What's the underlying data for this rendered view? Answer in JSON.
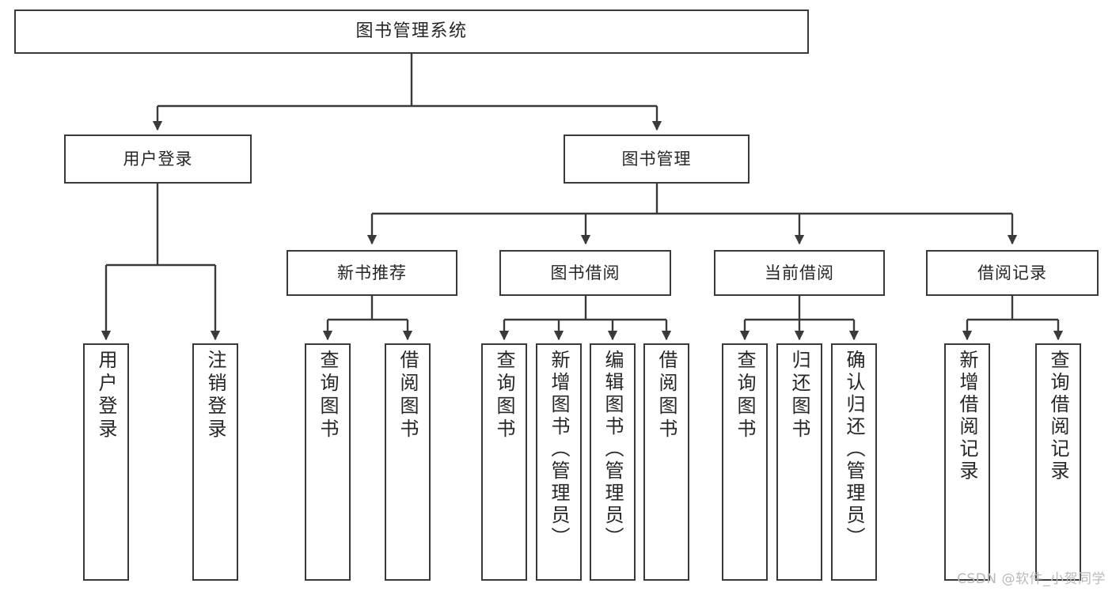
{
  "title": "图书管理系统",
  "watermark": "CSDN @软件_小贺同学",
  "colors": {
    "stroke": "#3a3a3a",
    "text": "#262626",
    "background": "#ffffff",
    "watermark": "#b9b9b9"
  },
  "chart_data": {
    "type": "diagram",
    "diagram_kind": "tree / functional structure chart",
    "title": "图书管理系统",
    "orientation": "top-down",
    "levels": 4,
    "nodes": [
      {
        "id": "root",
        "label": "图书管理系统",
        "level": 0,
        "parent": null
      },
      {
        "id": "l1-0",
        "label": "用户登录",
        "level": 1,
        "parent": "root"
      },
      {
        "id": "l1-1",
        "label": "图书管理",
        "level": 1,
        "parent": "root"
      },
      {
        "id": "l2-0",
        "label": "新书推荐",
        "level": 2,
        "parent": "l1-1"
      },
      {
        "id": "l2-1",
        "label": "图书借阅",
        "level": 2,
        "parent": "l1-1"
      },
      {
        "id": "l2-2",
        "label": "当前借阅",
        "level": 2,
        "parent": "l1-1"
      },
      {
        "id": "l2-3",
        "label": "借阅记录",
        "level": 2,
        "parent": "l1-1"
      },
      {
        "id": "leaf-0",
        "label": "用户登录",
        "level": 3,
        "parent": "l1-0"
      },
      {
        "id": "leaf-1",
        "label": "注销登录",
        "level": 3,
        "parent": "l1-0"
      },
      {
        "id": "leaf-2",
        "label": "查询图书",
        "level": 3,
        "parent": "l2-0"
      },
      {
        "id": "leaf-3",
        "label": "借阅图书",
        "level": 3,
        "parent": "l2-0"
      },
      {
        "id": "leaf-4",
        "label": "查询图书",
        "level": 3,
        "parent": "l2-1"
      },
      {
        "id": "leaf-5",
        "label": "新增图书（管理员）",
        "level": 3,
        "parent": "l2-1"
      },
      {
        "id": "leaf-6",
        "label": "编辑图书（管理员）",
        "level": 3,
        "parent": "l2-1"
      },
      {
        "id": "leaf-7",
        "label": "借阅图书",
        "level": 3,
        "parent": "l2-1"
      },
      {
        "id": "leaf-8",
        "label": "查询图书",
        "level": 3,
        "parent": "l2-2"
      },
      {
        "id": "leaf-9",
        "label": "归还图书",
        "level": 3,
        "parent": "l2-2"
      },
      {
        "id": "leaf-10",
        "label": "确认归还（管理员）",
        "level": 3,
        "parent": "l2-2"
      },
      {
        "id": "leaf-11",
        "label": "新增借阅记录",
        "level": 3,
        "parent": "l2-3"
      },
      {
        "id": "leaf-12",
        "label": "查询借阅记录",
        "level": 3,
        "parent": "l2-3"
      }
    ]
  },
  "nodes": {
    "root": "图书管理系统",
    "user_login": "用户登录",
    "book_manage": "图书管理",
    "new_book_rec": "新书推荐",
    "book_borrow": "图书借阅",
    "current_borrow": "当前借阅",
    "borrow_record": "借阅记录",
    "leaf_user_login": "用户登录",
    "leaf_logout": "注销登录",
    "leaf_query_book_a": "查询图书",
    "leaf_borrow_book_a": "借阅图书",
    "leaf_query_book_b": "查询图书",
    "leaf_add_book_admin": "新增图书（管理员）",
    "leaf_edit_book_admin": "编辑图书（管理员）",
    "leaf_borrow_book_b": "借阅图书",
    "leaf_query_book_c": "查询图书",
    "leaf_return_book": "归还图书",
    "leaf_confirm_return_admin": "确认归还（管理员）",
    "leaf_add_borrow_record": "新增借阅记录",
    "leaf_query_borrow_record": "查询借阅记录"
  }
}
